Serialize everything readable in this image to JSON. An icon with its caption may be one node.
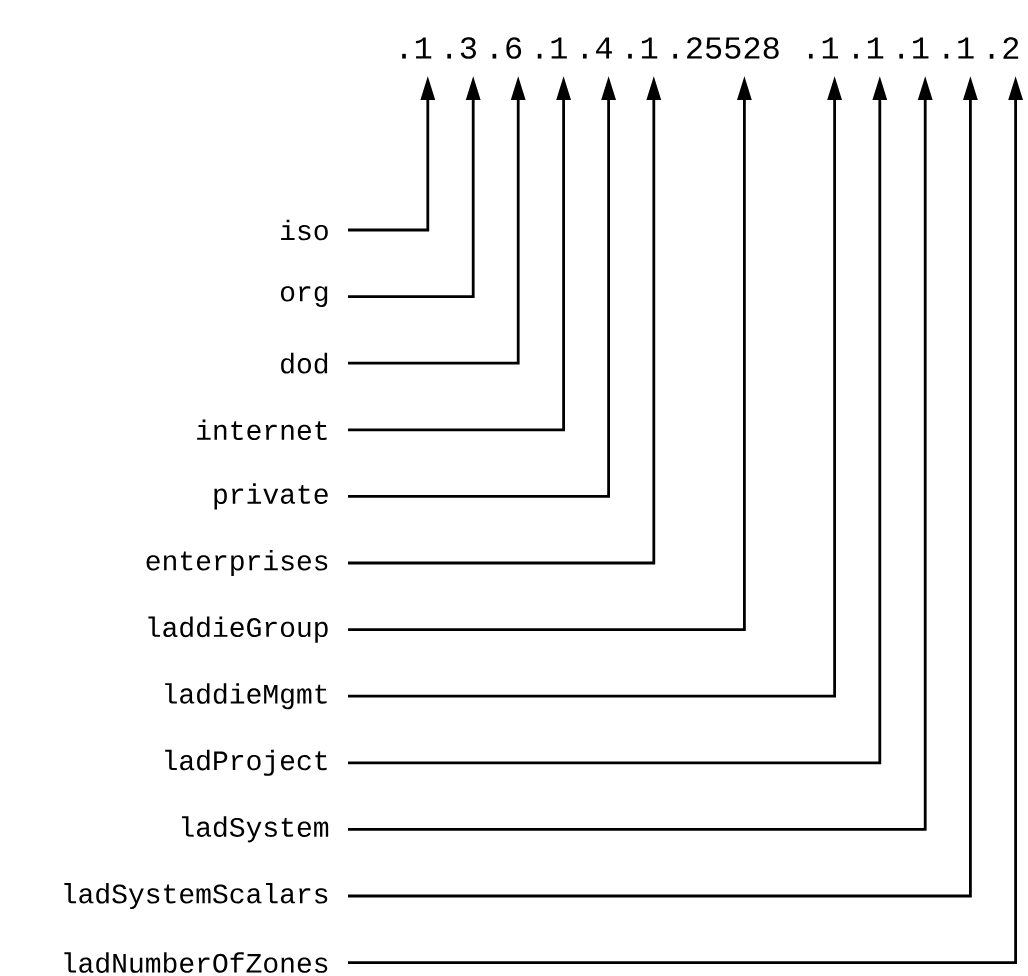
{
  "diagram": {
    "nodes": [
      {
        "text": [
          "iso"
        ]
      },
      {
        "text": [
          "org"
        ]
      },
      {
        "text": [
          "dod"
        ]
      },
      {
        "text": [
          "internet"
        ]
      },
      {
        "text": [
          "private"
        ]
      },
      {
        "text": [
          "enterprises"
        ]
      },
      {
        "text": [
          "laddieGroup"
        ]
      },
      {
        "text": [
          "laddieMgmt"
        ]
      },
      {
        "text": [
          "ladProject"
        ]
      },
      {
        "text": [
          "ladSystem"
        ]
      },
      {
        "text": [
          "ladSystemScalars"
        ]
      },
      {
        "text": [
          "ladNumberOfZones"
        ]
      },
      {
        "text": [
          ".1"
        ]
      },
      {
        "text": [
          ".3"
        ]
      },
      {
        "text": [
          ".6"
        ]
      },
      {
        "text": [
          ".1"
        ]
      },
      {
        "text": [
          ".4"
        ]
      },
      {
        "text": [
          ".1"
        ]
      },
      {
        "text": [
          ".25528"
        ]
      },
      {
        "text": [
          ".1"
        ]
      },
      {
        "text": [
          ".1"
        ]
      },
      {
        "text": [
          ".1"
        ]
      },
      {
        "text": [
          ".1"
        ]
      },
      {
        "text": [
          ".2"
        ]
      }
    ],
    "edges": [
      {
        "from": 0,
        "to": 12,
        "arrow": "to"
      },
      {
        "from": 1,
        "to": 13,
        "arrow": "to"
      },
      {
        "from": 2,
        "to": 14,
        "arrow": "to"
      },
      {
        "from": 3,
        "to": 15,
        "arrow": "to"
      },
      {
        "from": 4,
        "to": 16,
        "arrow": "to"
      },
      {
        "from": 5,
        "to": 17,
        "arrow": "to"
      },
      {
        "from": 6,
        "to": 18,
        "arrow": "to"
      },
      {
        "from": 7,
        "to": 19,
        "arrow": "to"
      },
      {
        "from": 8,
        "to": 20,
        "arrow": "to"
      },
      {
        "from": 9,
        "to": 21,
        "arrow": "to"
      },
      {
        "from": 10,
        "to": 22,
        "arrow": "to"
      },
      {
        "from": 11,
        "to": 23,
        "arrow": "to"
      }
    ]
  }
}
